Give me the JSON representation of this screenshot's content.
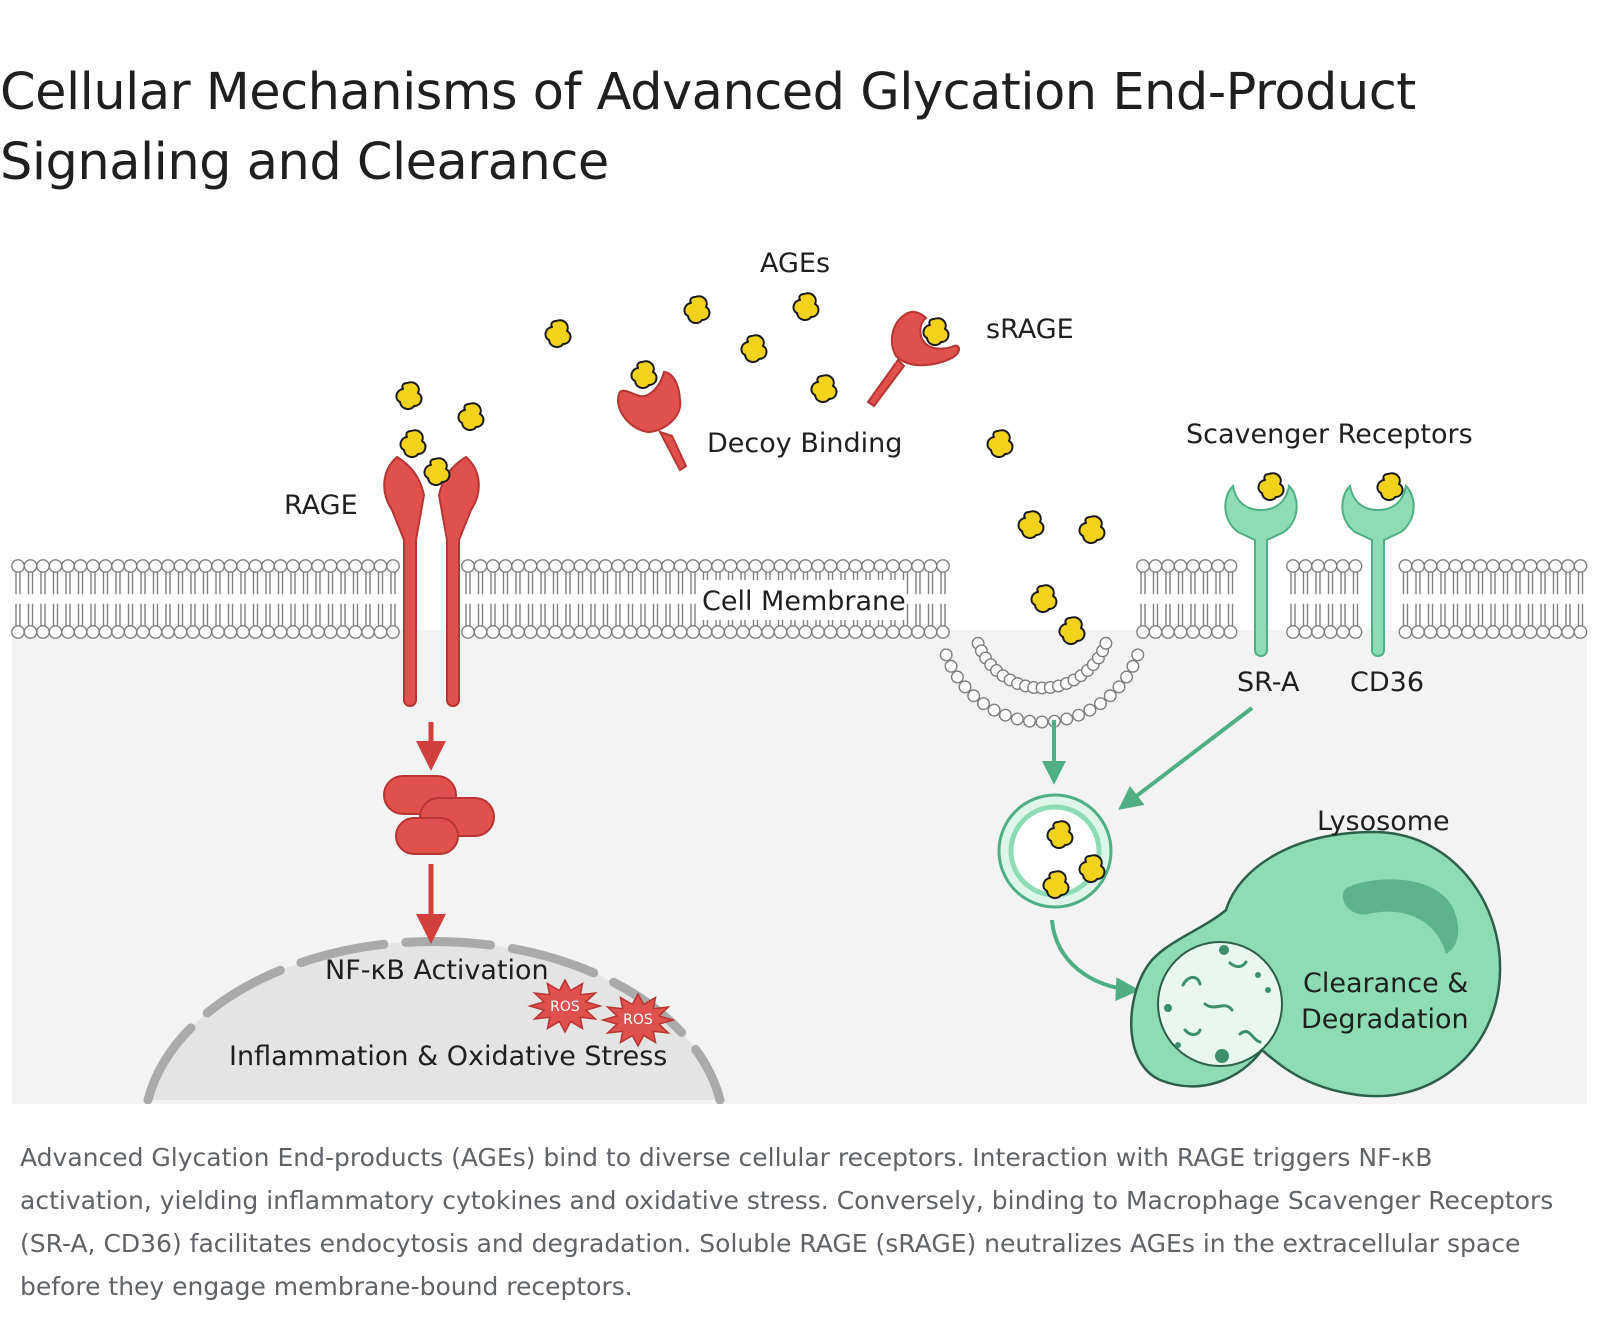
{
  "title": "Cellular Mechanisms of Advanced Glycation End-Product Signaling and Clearance",
  "diagram": {
    "labels": {
      "ages": "AGEs",
      "srage": "sRAGE",
      "decoy_binding": "Decoy Binding",
      "rage": "RAGE",
      "scavenger_receptors": "Scavenger Receptors",
      "cell_membrane": "Cell Membrane",
      "sr_a": "SR-A",
      "cd36": "CD36",
      "lysosome": "Lysosome",
      "clearance_line1": "Clearance &",
      "clearance_line2": "Degradation",
      "nfkb": "NF-κB Activation",
      "inflammation": "Inflammation & Oxidative Stress",
      "ros": "ROS"
    },
    "colors": {
      "rage_red": "#e0504d",
      "age_yellow": "#f2d21b",
      "scavenger_green": "#8ddcb5",
      "membrane_gray": "#9a9a9a",
      "nucleus_gray": "#e6e6e6"
    }
  },
  "caption": "Advanced Glycation End-products (AGEs) bind to diverse cellular receptors. Interaction with RAGE triggers NF-κB activation, yielding inflammatory cytokines and oxidative stress. Conversely, binding to Macrophage Scavenger Receptors (SR-A, CD36) facilitates endocytosis and degradation. Soluble RAGE (sRAGE) neutralizes AGEs in the extracellular space before they engage membrane-bound receptors."
}
